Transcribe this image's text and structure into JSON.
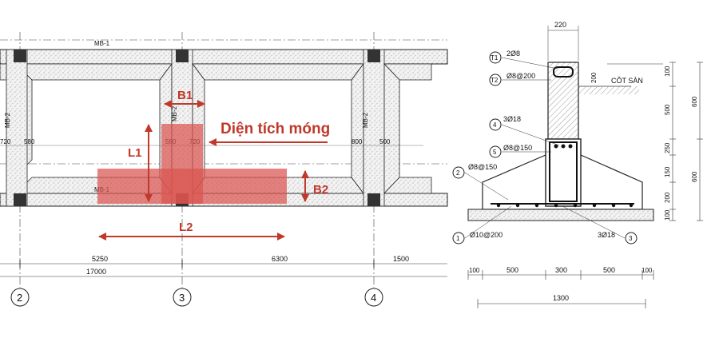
{
  "plan": {
    "beam_label": "MB-1",
    "beam_label_side": "MB-2",
    "beam_label_bottom": "MB-1",
    "dims_small": [
      "720",
      "580",
      "580",
      "720",
      "800",
      "500"
    ],
    "span_dims": [
      "5250",
      "6300",
      "1500"
    ],
    "total_dim": "17000",
    "axes": [
      "2",
      "3",
      "4"
    ],
    "annot": {
      "b1": "B1",
      "b2": "B2",
      "l1": "L1",
      "l2": "L2",
      "area_label": "Diện tích móng"
    },
    "colors": {
      "highlight": "#d9534f",
      "highlight_text": "#c0392b",
      "hatch": "#b8b8b8"
    }
  },
  "section": {
    "top_width": "220",
    "markers": {
      "t1": "T1",
      "t1_text": "2Ø8",
      "t2": "T2",
      "t2_text": "Ø8@200",
      "m4": "4",
      "m4_text": "3Ø18",
      "m5": "5",
      "m5_text": "Ø8@150",
      "m2": "2",
      "m2_text": "Ø8@150",
      "m1": "1",
      "m1_text": "Ø10@200",
      "m3": "3",
      "m3_text": "3Ø18"
    },
    "cot_san": "CÔT SÀN",
    "right_dims_inner": [
      "100",
      "200",
      "500",
      "250",
      "150",
      "200",
      "100"
    ],
    "right_dims_outer": [
      "600",
      "600"
    ],
    "bottom_dims": [
      "100",
      "500",
      "300",
      "500",
      "100"
    ],
    "bottom_total": "1300"
  }
}
